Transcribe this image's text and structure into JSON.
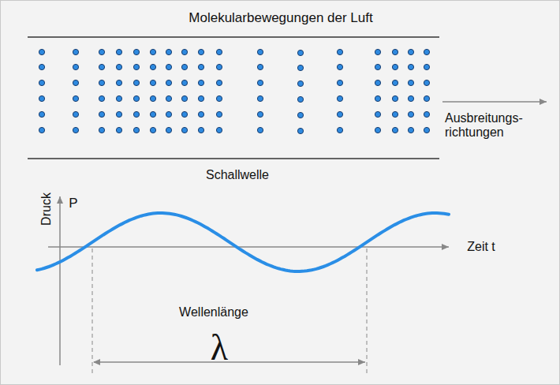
{
  "diagram": {
    "title": "Molekularbewegungen der Luft",
    "labels": [
      "Ausbreitungs- richtungen",
      "Schallwelle",
      "P",
      "Druck",
      "Zeit t",
      "Wellenlänge",
      "λ"
    ]
  }
}
